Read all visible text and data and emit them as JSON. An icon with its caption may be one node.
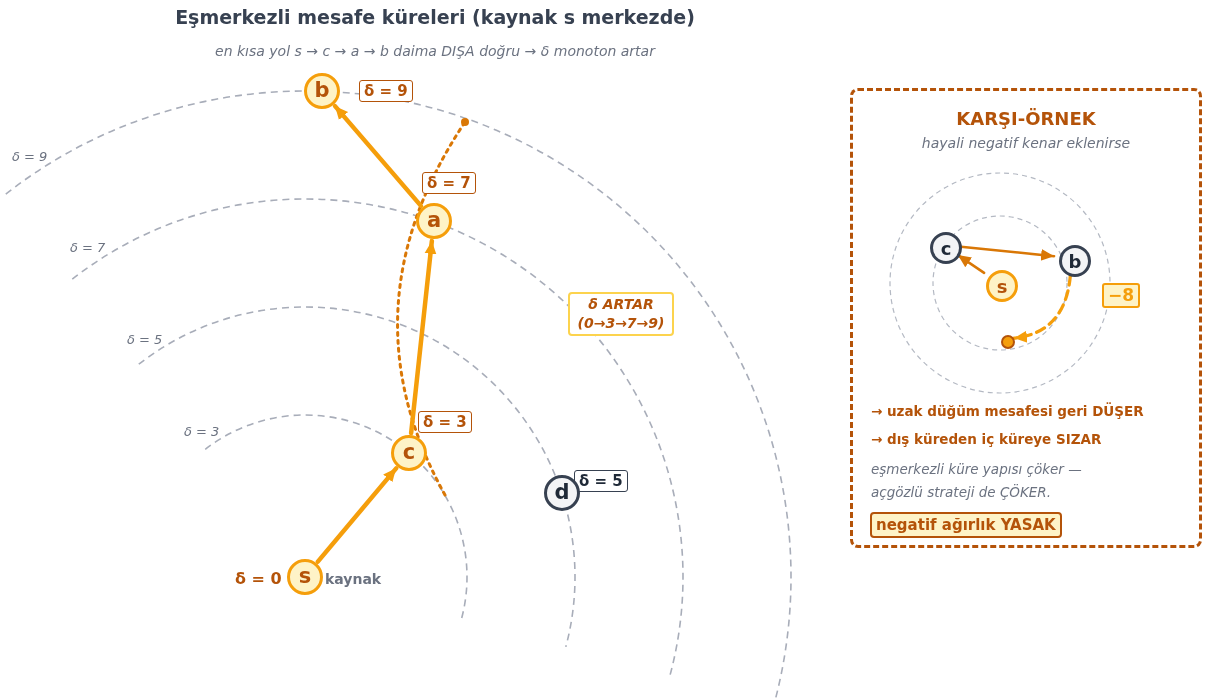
{
  "diagram": {
    "title": "Eşmerkezli mesafe küreleri (kaynak s merkezde)",
    "nodes": [
      {
        "text": [
          "s"
        ],
        "beside": [
          "δ = 0",
          "kaynak"
        ]
      },
      {
        "text": [
          "c"
        ],
        "beside": [
          "δ = 3"
        ]
      },
      {
        "text": [
          "a"
        ],
        "beside": [
          "δ = 7"
        ]
      },
      {
        "text": [
          "b"
        ],
        "beside": [
          "δ = 9"
        ]
      },
      {
        "text": [
          "d"
        ],
        "beside": [
          "δ = 5"
        ]
      },
      {
        "text": [
          "δ ARTAR (0→3→7→9)"
        ]
      },
      {
        "text": [
          "KARŞI-ÖRNEK",
          "hayali negatif kenar eklenirse",
          "→ uzak düğüm mesafesi geri DÜŞER",
          "→ dış küreden iç küreye SIZAR",
          "eşmerkezli küre yapısı çöker — açgözlü strateji de ÇÖKER."
        ]
      },
      {
        "text": [
          "c"
        ],
        "in": 6
      },
      {
        "text": [
          "s"
        ],
        "in": 6
      },
      {
        "text": [
          "b"
        ],
        "in": 6
      },
      {
        "text": [],
        "shape": "circle",
        "in": 6
      },
      {
        "text": [
          "−8"
        ],
        "in": 6
      },
      {
        "text": [
          "negatif ağırlık YASAK"
        ],
        "in": 6
      }
    ],
    "edges": [
      {
        "from": 0,
        "to": 1,
        "arrow": "to"
      },
      {
        "from": 1,
        "to": 2,
        "arrow": "to"
      },
      {
        "from": 2,
        "to": 3,
        "arrow": "to"
      },
      {
        "from": 8,
        "to": 7,
        "arrow": "to",
        "color": "#d97706"
      },
      {
        "from": 7,
        "to": 9,
        "arrow": "to",
        "color": "#d97706"
      },
      {
        "from": 9,
        "to": 10,
        "arrow": "to",
        "style": "dashed"
      }
    ],
    "labels": [
      "en kısa yol s → c → a → b daima DIŞA doğru → δ monoton artar",
      "δ = 9",
      "δ = 7",
      "δ = 5",
      "δ = 3"
    ]
  }
}
